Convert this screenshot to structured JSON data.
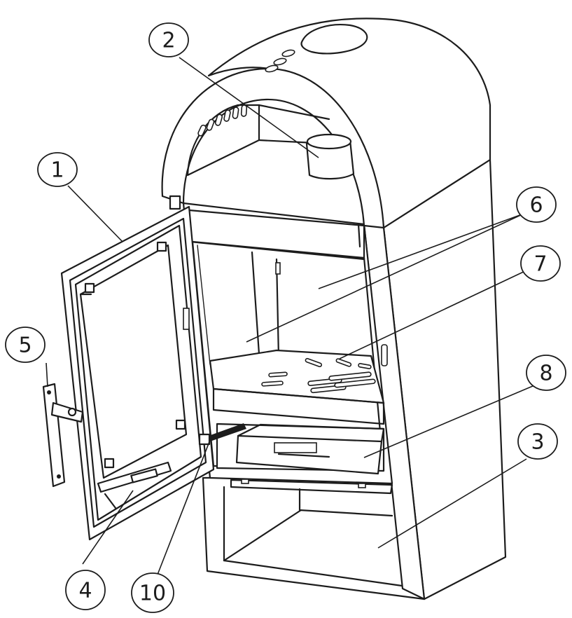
{
  "callouts": [
    {
      "id": "callout-1",
      "label": "1"
    },
    {
      "id": "callout-2",
      "label": "2"
    },
    {
      "id": "callout-3",
      "label": "3"
    },
    {
      "id": "callout-4",
      "label": "4"
    },
    {
      "id": "callout-5",
      "label": "5"
    },
    {
      "id": "callout-6",
      "label": "6"
    },
    {
      "id": "callout-7",
      "label": "7"
    },
    {
      "id": "callout-8",
      "label": "8"
    },
    {
      "id": "callout-10",
      "label": "10"
    }
  ],
  "colors": {
    "line": "#1c1c1c",
    "background": "#ffffff"
  }
}
